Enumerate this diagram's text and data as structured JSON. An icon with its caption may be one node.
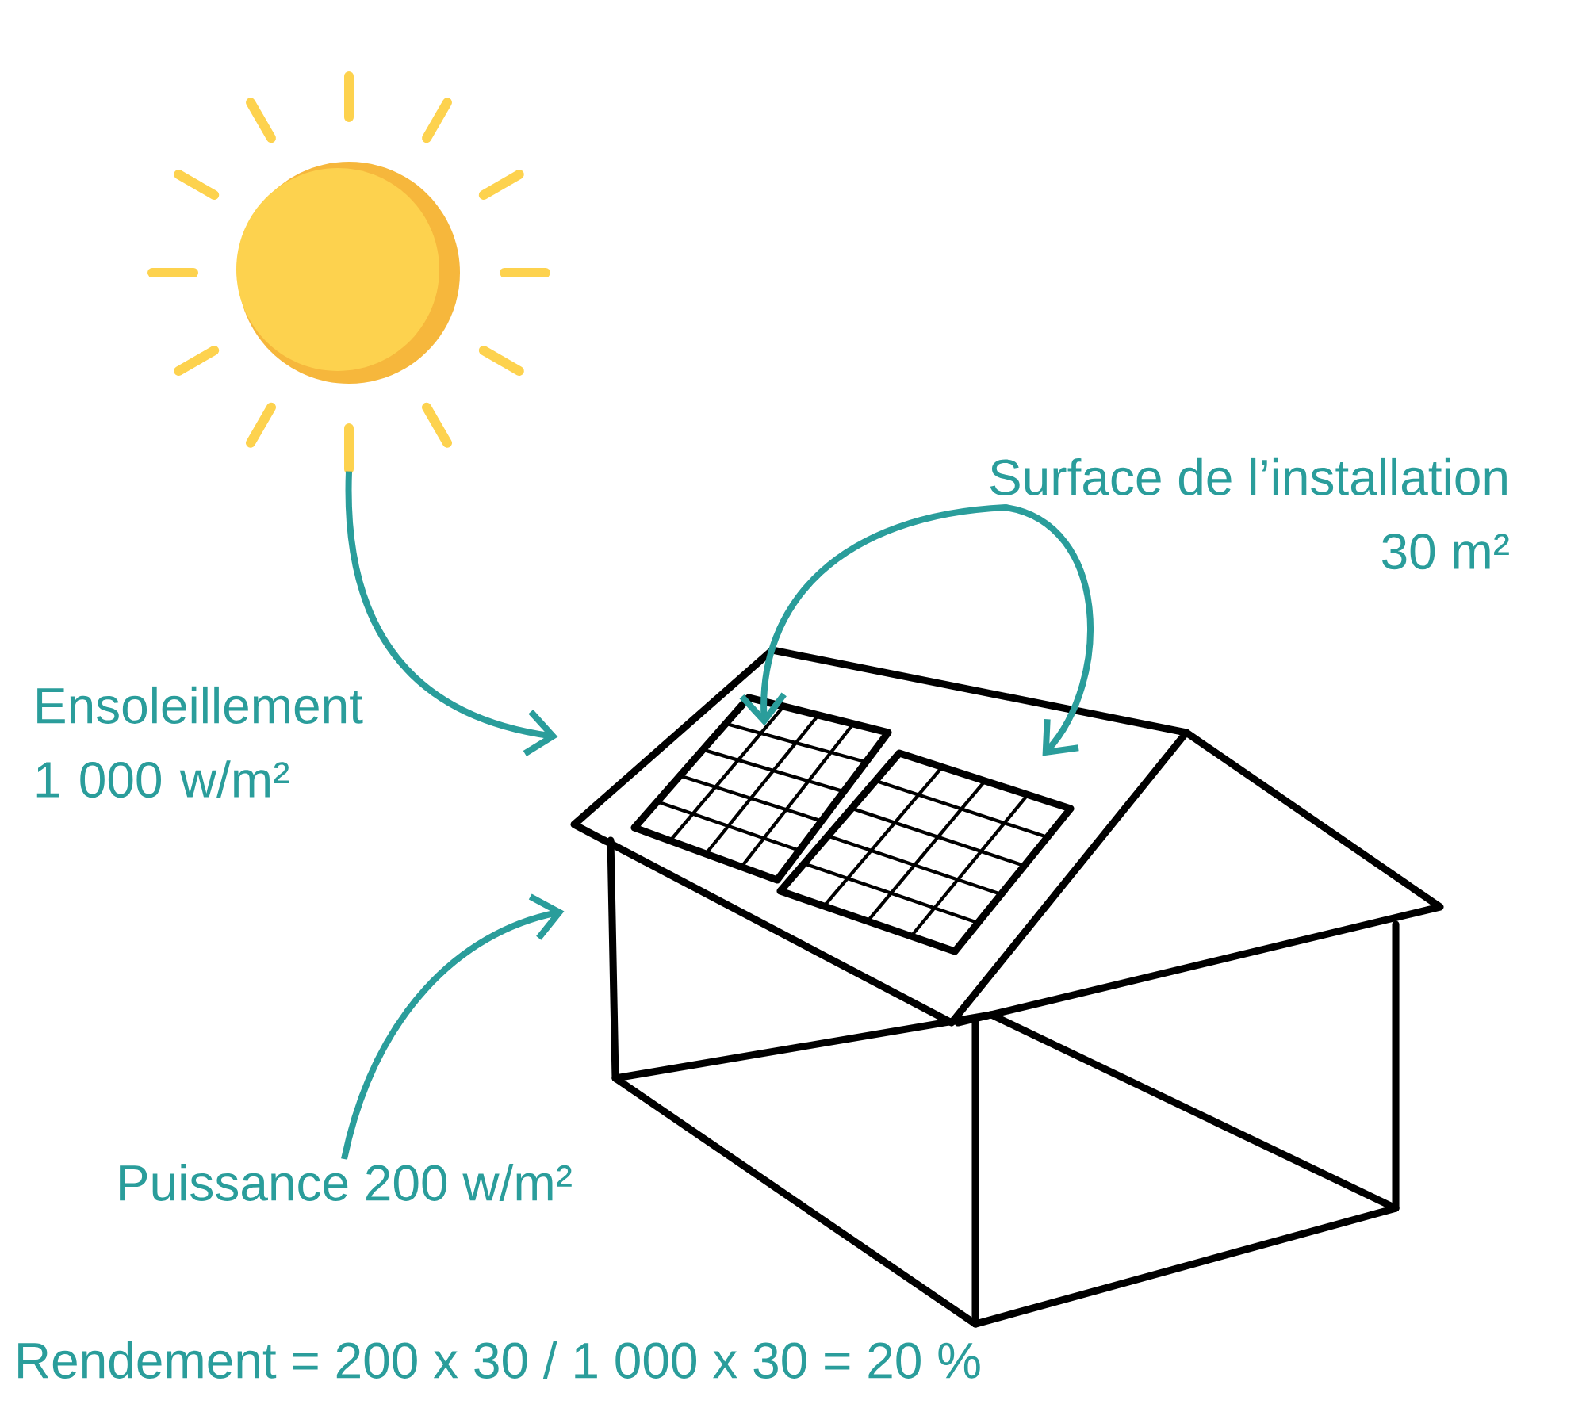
{
  "diagram": {
    "nodes": [
      {
        "text": [],
        "shape": "circle"
      },
      {
        "text": [],
        "shape": "picture"
      },
      {
        "text": [],
        "shape": "box",
        "in": 1
      },
      {
        "text": [],
        "shape": "box",
        "in": 1
      },
      {
        "text": [
          "Surface de l’installation",
          "30 m²"
        ]
      },
      {
        "text": [
          "Puissance 200 w/m²"
        ]
      }
    ],
    "edges": [
      {
        "from": 0,
        "to": 1,
        "arrow": "to"
      },
      {
        "from": 4,
        "to": 2,
        "arrow": "to"
      },
      {
        "from": 4,
        "to": 3,
        "arrow": "to"
      },
      {
        "from": 5,
        "to": 1,
        "arrow": "to"
      }
    ],
    "labels": [
      "Ensoleillement 1 000 w/m²",
      "Rendement = 200 x 30 / 1 000 x 30 = 20 %"
    ]
  }
}
